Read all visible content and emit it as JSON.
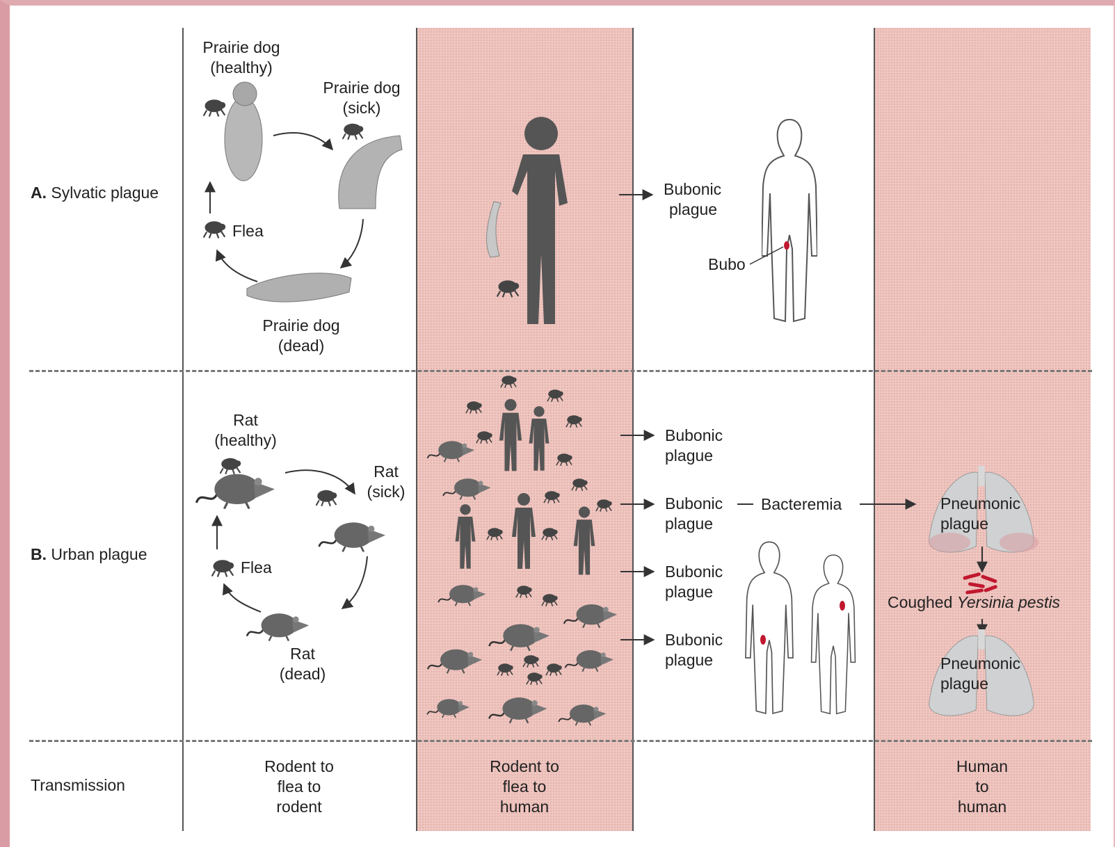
{
  "rows": {
    "a_letter": "A.",
    "a_title": "Sylvatic plague",
    "b_letter": "B.",
    "b_title": "Urban plague",
    "transmission": "Transmission"
  },
  "sylvatic": {
    "healthy_1": "Prairie dog",
    "healthy_2": "(healthy)",
    "sick_1": "Prairie dog",
    "sick_2": "(sick)",
    "dead_1": "Prairie dog",
    "dead_2": "(dead)",
    "flea": "Flea",
    "bubonic_1": "Bubonic",
    "bubonic_2": "plague",
    "bubo": "Bubo"
  },
  "urban": {
    "healthy_1": "Rat",
    "healthy_2": "(healthy)",
    "sick_1": "Rat",
    "sick_2": "(sick)",
    "dead_1": "Rat",
    "dead_2": "(dead)",
    "flea": "Flea",
    "bubonic_1": "Bubonic",
    "bubonic_2": "plague",
    "bacteremia": "Bacteremia",
    "pneumonic_1": "Pneumonic",
    "pneumonic_2": "plague",
    "coughed": "Coughed ",
    "yersinia": "Yersinia pestis"
  },
  "transmission": {
    "col1_1": "Rodent to",
    "col1_2": "flea to",
    "col1_3": "rodent",
    "col2_1": "Rodent to",
    "col2_2": "flea to",
    "col2_3": "human",
    "col4_1": "Human",
    "col4_2": "to",
    "col4_3": "human"
  },
  "colors": {
    "frame": "#d99ca4",
    "column_fill": "#efc6c0",
    "silhouette": "#555555",
    "bubo": "#c0182f"
  }
}
